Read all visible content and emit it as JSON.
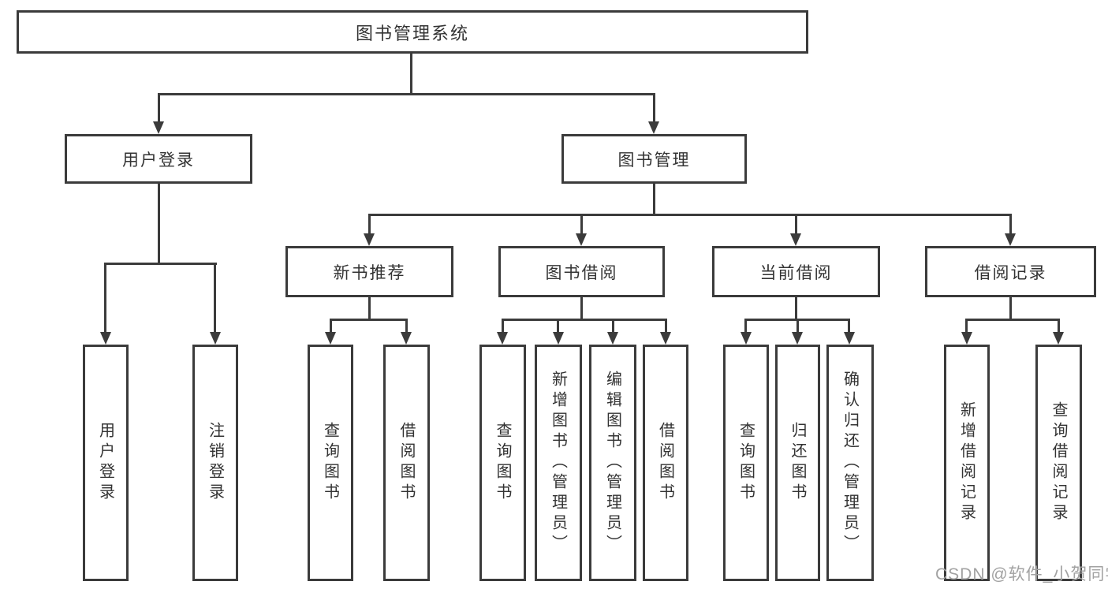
{
  "diagram": {
    "title": "图书管理系统",
    "line_color": "#3b3b3b",
    "text_color": "#333333",
    "level2": [
      {
        "label": "用户登录"
      },
      {
        "label": "图书管理"
      }
    ],
    "level3": [
      {
        "label": "新书推荐"
      },
      {
        "label": "图书借阅"
      },
      {
        "label": "当前借阅"
      },
      {
        "label": "借阅记录"
      }
    ],
    "groups": [
      {
        "parent": "用户登录",
        "children": [
          "用户登录",
          "注销登录"
        ]
      },
      {
        "parent": "新书推荐",
        "children": [
          "查询图书",
          "借阅图书"
        ]
      },
      {
        "parent": "图书借阅",
        "children": [
          "查询图书",
          "新增图书（管理员）",
          "编辑图书（管理员）",
          "借阅图书"
        ]
      },
      {
        "parent": "当前借阅",
        "children": [
          "查询图书",
          "归还图书",
          "确认归还（管理员）"
        ]
      },
      {
        "parent": "借阅记录",
        "children": [
          "新增借阅记录",
          "查询借阅记录"
        ]
      }
    ],
    "watermark": "CSDN @软件_小贺同学"
  }
}
